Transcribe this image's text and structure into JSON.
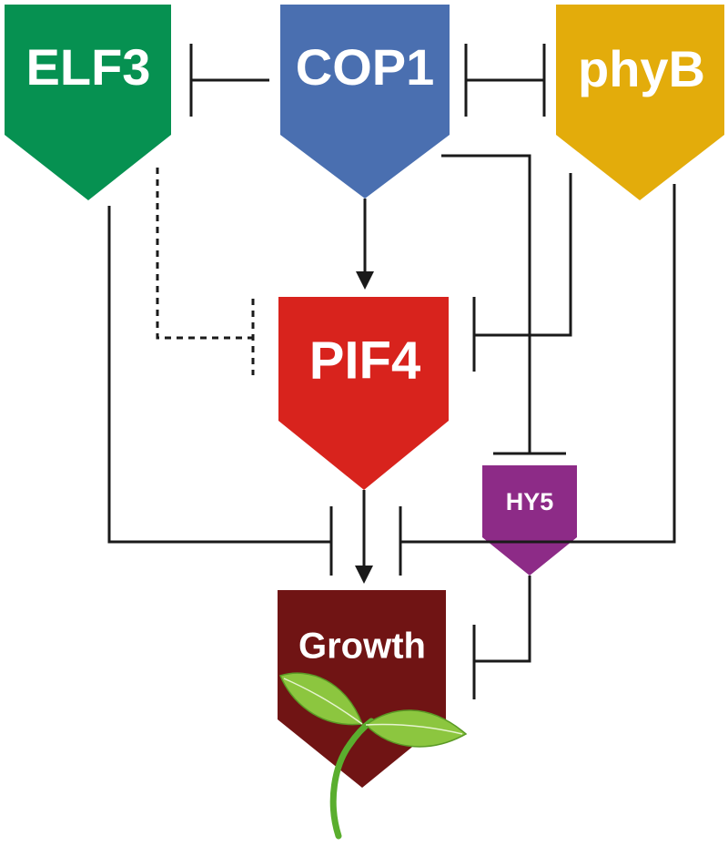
{
  "nodes": {
    "elf3": {
      "label": "ELF3",
      "color": "#069151"
    },
    "cop1": {
      "label": "COP1",
      "color": "#4a6fb0"
    },
    "phyb": {
      "label": "phyB",
      "color": "#e3ac0b"
    },
    "pif4": {
      "label": "PIF4",
      "color": "#d8231d"
    },
    "hy5": {
      "label": "HY5",
      "color": "#8d2b87"
    },
    "growth": {
      "label": "Growth",
      "color": "#701414"
    }
  },
  "edges": [
    {
      "from": "COP1",
      "to": "ELF3",
      "type": "inhibition"
    },
    {
      "from": "COP1",
      "to": "phyB",
      "type": "mutual inhibition"
    },
    {
      "from": "COP1",
      "to": "PIF4",
      "type": "activation"
    },
    {
      "from": "COP1",
      "to": "HY5",
      "type": "inhibition"
    },
    {
      "from": "ELF3",
      "to": "PIF4",
      "type": "inhibition (indirect)"
    },
    {
      "from": "phyB",
      "to": "PIF4",
      "type": "inhibition"
    },
    {
      "from": "ELF3",
      "to": "Growth",
      "type": "inhibition"
    },
    {
      "from": "phyB",
      "to": "Growth",
      "type": "inhibition"
    },
    {
      "from": "PIF4",
      "to": "Growth",
      "type": "activation"
    },
    {
      "from": "HY5",
      "to": "Growth",
      "type": "inhibition"
    }
  ],
  "colors": {
    "line": "#1a1a1a",
    "leaf": "#8cc63f",
    "leaf_stem": "#5aae2e",
    "background": "#ffffff"
  }
}
